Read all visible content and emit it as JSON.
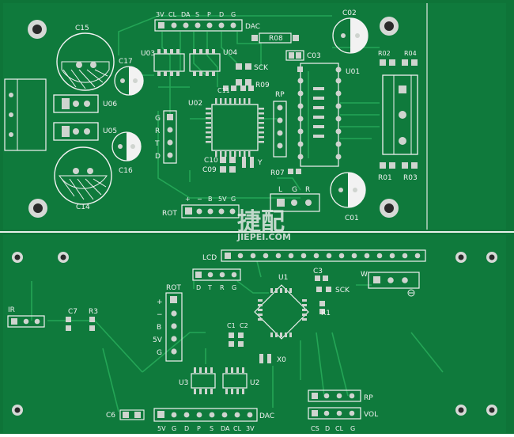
{
  "colors": {
    "board": "#0f7a3c",
    "board_dark": "#0b6630",
    "trace": "#1fa150",
    "silk": "#f2f2f2",
    "pad": "#cfd4cf",
    "hole": "#2a2a2a"
  },
  "upper_board": {
    "top_header_labels": [
      "3V",
      "CL",
      "DA",
      "S",
      "P",
      "D",
      "G"
    ],
    "dac": "DAC",
    "c15": "C15",
    "c17": "C17",
    "u03": "U03",
    "u04": "U04",
    "r08": "R08",
    "c03": "C03",
    "sck": "SCK",
    "c02": "C02",
    "r02": "R02",
    "r04": "R04",
    "u06": "U06",
    "u05": "U05",
    "c11": "C11",
    "r09": "R09",
    "u02": "U02",
    "rp": "RP",
    "u01": "U01",
    "grtd": [
      "G",
      "R",
      "T",
      "D"
    ],
    "c16": "C16",
    "c10": "C10",
    "c09": "C09",
    "y": "Y",
    "r07": "R07",
    "r01": "R01",
    "r03": "R03",
    "lgr": [
      "L",
      "G",
      "R"
    ],
    "c14": "C14",
    "rot_label": "ROT",
    "rot_pins": [
      "+",
      "−",
      "B",
      "5V",
      "G"
    ],
    "c01": "C01",
    "plus": "+"
  },
  "watermark": {
    "cn": "捷配",
    "en": "JIEPEI.COM"
  },
  "lower_board": {
    "lcd": "LCD",
    "u1": "U1",
    "c3": "C3",
    "sck": "SCK",
    "w": "W",
    "ir": "IR",
    "c7": "C7",
    "r3": "R3",
    "dtrg": [
      "D",
      "T",
      "R",
      "G"
    ],
    "rot": "ROT",
    "rot_pins": [
      "+",
      "−",
      "B",
      "5V",
      "G"
    ],
    "r1": "R1",
    "c1": "C1",
    "c2": "C2",
    "x0": "X0",
    "u3": "U3",
    "u2": "U2",
    "rp": "RP",
    "vol": "VOL",
    "c6": "C6",
    "dac": "DAC",
    "bottom_labels": [
      "5V",
      "G",
      "D",
      "P",
      "S",
      "DA",
      "CL",
      "3V"
    ],
    "vol_pins": [
      "CS",
      "D",
      "CL",
      "G"
    ]
  }
}
